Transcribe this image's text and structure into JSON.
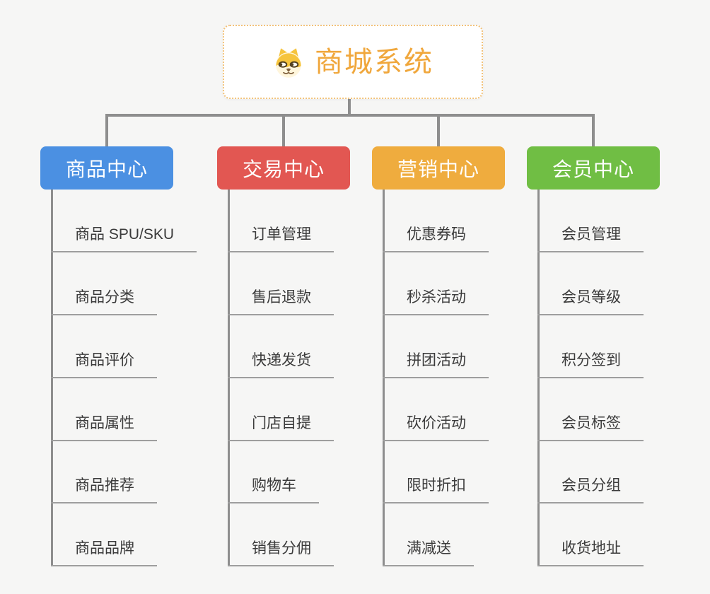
{
  "canvas": {
    "background": "#F6F6F5",
    "connector_color": "#8E8E8E",
    "child_line_color": "#9E9E9E"
  },
  "root": {
    "label": "商城系统",
    "icon": "dog-face-icon",
    "text_color": "#F0A73C",
    "border_color": "#F2C27A"
  },
  "branches": [
    {
      "id": "goods",
      "label": "商品中心",
      "color": "#4B90E2",
      "children": [
        "商品 SPU/SKU",
        "商品分类",
        "商品评价",
        "商品属性",
        "商品推荐",
        "商品品牌"
      ]
    },
    {
      "id": "trade",
      "label": "交易中心",
      "color": "#E25752",
      "children": [
        "订单管理",
        "售后退款",
        "快递发货",
        "门店自提",
        "购物车",
        "销售分佣"
      ]
    },
    {
      "id": "marketing",
      "label": "营销中心",
      "color": "#EFAC3E",
      "children": [
        "优惠券码",
        "秒杀活动",
        "拼团活动",
        "砍价活动",
        "限时折扣",
        "满减送"
      ]
    },
    {
      "id": "member",
      "label": "会员中心",
      "color": "#70BE44",
      "children": [
        "会员管理",
        "会员等级",
        "积分签到",
        "会员标签",
        "会员分组",
        "收货地址"
      ]
    }
  ]
}
